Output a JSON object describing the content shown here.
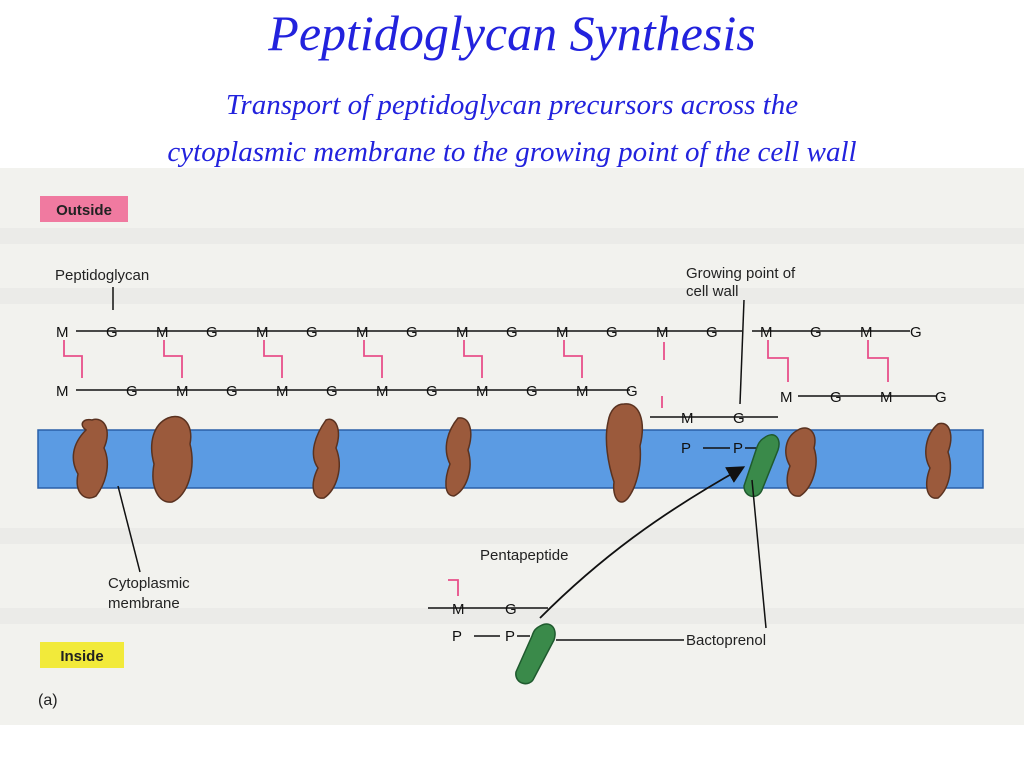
{
  "header": {
    "title": "Peptidoglycan Synthesis",
    "subtitle_line1": "Transport of peptidoglycan precursors across the",
    "subtitle_line2": "cytoplasmic membrane to the growing point of the cell wall"
  },
  "figure": {
    "outside_label": "Outside",
    "inside_label": "Inside",
    "peptidoglycan_label": "Peptidoglycan",
    "growing_point_line1": "Growing point of",
    "growing_point_line2": "cell wall",
    "membrane_line1": "Cytoplasmic",
    "membrane_line2": "membrane",
    "pentapeptide_label": "Pentapeptide",
    "bactoprenol_label": "Bactoprenol",
    "panel_label": "(a)",
    "sugar_m": "M",
    "sugar_g": "G",
    "phosphate": "P",
    "colors": {
      "title": "#2222dd",
      "membrane": "#5b9be3",
      "protein": "#9b5a3c",
      "bactoprenol": "#3a8a4a",
      "peptide": "#e8508a",
      "outside_tag": "#f07aa0",
      "inside_tag": "#f2ea3a"
    }
  }
}
